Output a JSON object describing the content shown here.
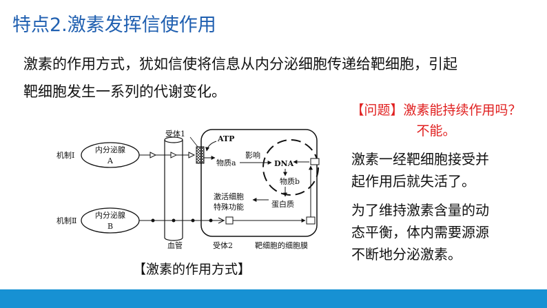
{
  "slide": {
    "title": "特点2.激素发挥信使作用",
    "intro_lines": [
      "激素的作用方式，犹如信使将信息从内分泌细胞传递给靶细胞，引起",
      "靶细胞发生一系列的代谢变化。"
    ],
    "question": [
      "【问题】激素能持续作用吗？",
      "不能。"
    ],
    "right_text_1": [
      "激素一经靶细胞接受并",
      "起作用后就失活了。"
    ],
    "right_text_2": [
      "为了维持激素含量的动",
      "态平衡，体内需要源源",
      "不断地分泌激素。"
    ],
    "caption": "【激素的作用方式】",
    "colors": {
      "title": "#1f5fb0",
      "question": "#e02020",
      "footer": "#1791d3"
    }
  },
  "diagram": {
    "mech1": "机制Ⅰ",
    "mech2": "机制Ⅱ",
    "endo_a_1": "内分泌腺",
    "endo_a_2": "A",
    "endo_b_1": "内分泌腺",
    "endo_b_2": "B",
    "receptor1": "受体1",
    "atp": "ATP",
    "substance_a": "物质a",
    "influence": "影响",
    "dna": "DNA",
    "substance_b": "物质b",
    "activate_1": "激活细胞",
    "activate_2": "特殊功能",
    "protein": "蛋白质",
    "vessel": "血管",
    "receptor2": "受体2",
    "target_membrane": "靶细胞的细胞膜"
  }
}
